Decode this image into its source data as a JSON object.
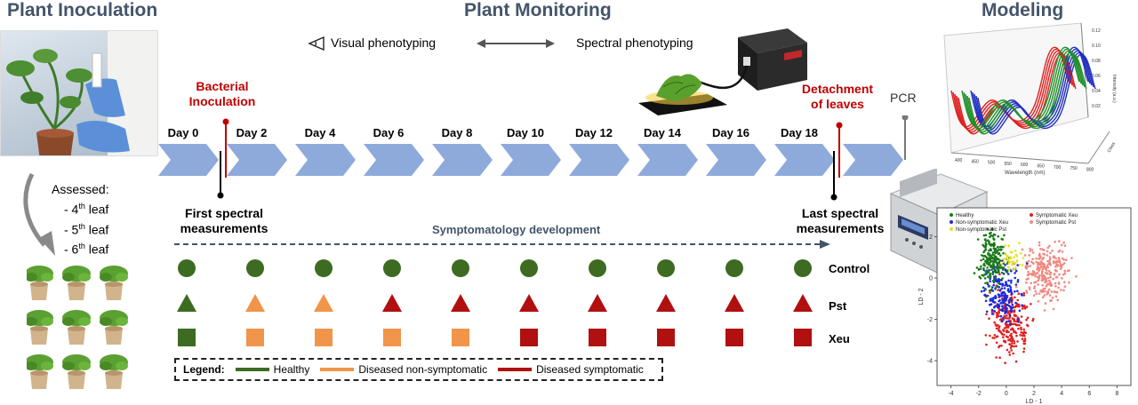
{
  "sections": {
    "inoculation": "Plant Inoculation",
    "monitoring": "Plant Monitoring",
    "modeling": "Modeling"
  },
  "phenotyping": {
    "visual": "Visual phenotyping",
    "spectral": "Spectral phenotyping",
    "visual_icon": "eye-icon",
    "arrow_icon": "double-arrow-icon"
  },
  "events": {
    "bacterial_inoculation": [
      "Bacterial",
      "Inoculation"
    ],
    "detachment": [
      "Detachment",
      "of leaves"
    ],
    "pcr": "PCR",
    "first_spectral": [
      "First spectral",
      "measurements"
    ],
    "last_spectral": [
      "Last spectral",
      "measurements"
    ]
  },
  "days": [
    "Day 0",
    "Day 2",
    "Day 4",
    "Day 6",
    "Day 8",
    "Day 10",
    "Day 12",
    "Day 14",
    "Day 16",
    "Day 18"
  ],
  "assessed": {
    "title": "Assessed:",
    "leaves": [
      {
        "prefix": "- 4",
        "sup": "th",
        "suffix": " leaf"
      },
      {
        "prefix": "- 5",
        "sup": "th",
        "suffix": " leaf"
      },
      {
        "prefix": "- 6",
        "sup": "th",
        "suffix": " leaf"
      }
    ]
  },
  "symptomatology": "Symptomatology development",
  "colors": {
    "healthy": "#3d6b22",
    "non_symptomatic": "#f0954a",
    "symptomatic": "#b01010",
    "chevron": "#8eaadb",
    "title": "#44546a",
    "red_text": "#c00000"
  },
  "rows": [
    {
      "label": "Control",
      "shape": "circle",
      "states": [
        "healthy",
        "healthy",
        "healthy",
        "healthy",
        "healthy",
        "healthy",
        "healthy",
        "healthy",
        "healthy",
        "healthy"
      ]
    },
    {
      "label": "Pst",
      "shape": "triangle",
      "states": [
        "healthy",
        "non_symptomatic",
        "non_symptomatic",
        "symptomatic",
        "symptomatic",
        "symptomatic",
        "symptomatic",
        "symptomatic",
        "symptomatic",
        "symptomatic"
      ]
    },
    {
      "label": "Xeu",
      "shape": "square",
      "states": [
        "healthy",
        "non_symptomatic",
        "non_symptomatic",
        "non_symptomatic",
        "non_symptomatic",
        "symptomatic",
        "symptomatic",
        "symptomatic",
        "symptomatic",
        "symptomatic"
      ]
    }
  ],
  "legend": {
    "title": "Legend:",
    "items": [
      {
        "label": "Healthy",
        "color": "#3d6b22"
      },
      {
        "label": "Diseased non-symptomatic",
        "color": "#f0954a"
      },
      {
        "label": "Diseased symptomatic",
        "color": "#b01010"
      }
    ]
  },
  "spectra_chart": {
    "xlabel": "Wavelength (nm)",
    "ylabel": "Intensity (a.u.)",
    "zlabel": "Class",
    "x_ticks": [
      "400",
      "450",
      "500",
      "550",
      "600",
      "650",
      "700",
      "750",
      "800"
    ],
    "z_ticks": [
      "0.12",
      "0.10",
      "0.08",
      "0.06",
      "0.04",
      "0.02"
    ],
    "series_colors": [
      "#e02020",
      "#2030c0",
      "#20902a"
    ]
  },
  "lda_chart": {
    "xlabel": "LD - 1",
    "ylabel": "LD - 2",
    "x_ticks": [
      "-4",
      "-2",
      "0",
      "2",
      "4",
      "6",
      "8"
    ],
    "y_ticks": [
      "2",
      "0",
      "-2",
      "-4"
    ],
    "legend": [
      {
        "label": "Healthy",
        "color": "#1a7a1a"
      },
      {
        "label": "Non-symptomatic Xeu",
        "color": "#1a2adf"
      },
      {
        "label": "Non-symptomatic Pst",
        "color": "#e8e020"
      },
      {
        "label": "Symptomatic Xeu",
        "color": "#e02020"
      },
      {
        "label": "Symptomatic Pst",
        "color": "#f08a80"
      }
    ]
  }
}
